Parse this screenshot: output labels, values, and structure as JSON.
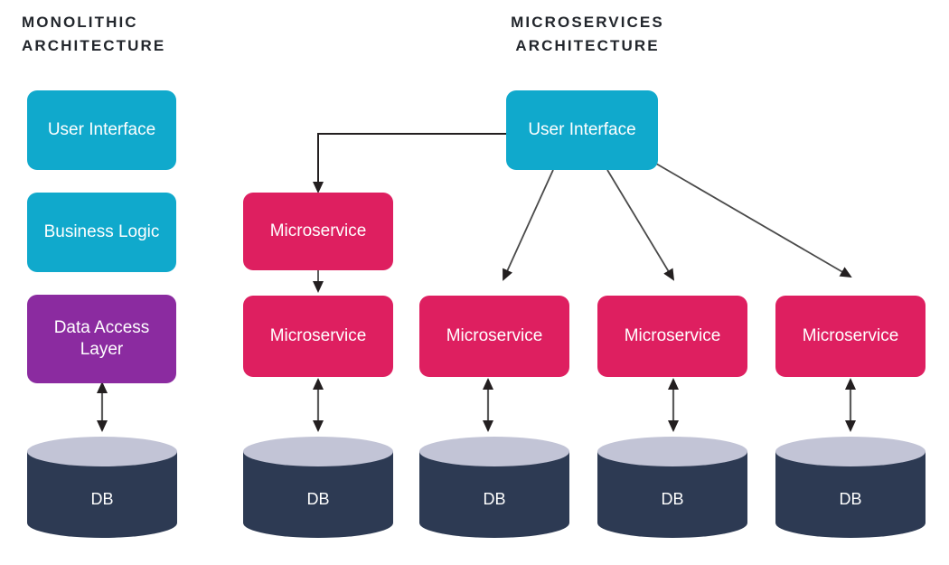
{
  "diagram": {
    "background": "#ffffff",
    "palette": {
      "cyan": "#10A9CC",
      "purple": "#8B2BA0",
      "pink": "#DE1F60",
      "db_body": "#2D3A53",
      "db_top": "#C2C4D6",
      "connector": "#231F20",
      "title_text": "#22262c"
    }
  },
  "left_section": {
    "title": "MONOLITHIC\nARCHITECTURE",
    "boxes": [
      {
        "label": "User Interface",
        "color": "cyan"
      },
      {
        "label": "Business Logic",
        "color": "cyan"
      },
      {
        "label": "Data Access Layer",
        "color": "purple"
      }
    ],
    "database": {
      "label": "DB"
    }
  },
  "right_section": {
    "title": "MICROSERVICES\nARCHITECTURE",
    "ui_box": {
      "label": "User Interface",
      "color": "cyan"
    },
    "microservices": [
      {
        "label": "Microservice",
        "color": "pink"
      },
      {
        "label": "Microservice",
        "color": "pink"
      },
      {
        "label": "Microservice",
        "color": "pink"
      },
      {
        "label": "Microservice",
        "color": "pink"
      },
      {
        "label": "Microservice",
        "color": "pink"
      }
    ],
    "databases": [
      {
        "label": "DB"
      },
      {
        "label": "DB"
      },
      {
        "label": "DB"
      },
      {
        "label": "DB"
      }
    ]
  }
}
